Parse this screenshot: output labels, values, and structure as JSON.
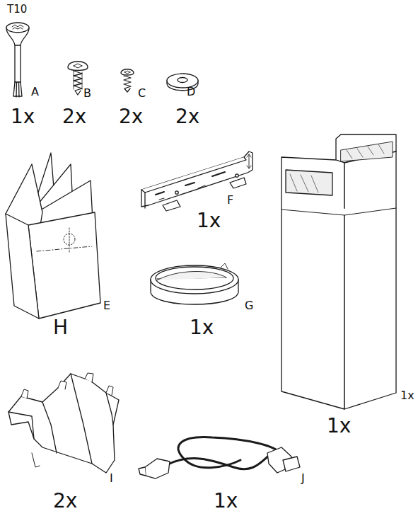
{
  "diagram": {
    "labels": [
      "T10",
      "A",
      "B",
      "C",
      "D",
      "1x",
      "2x",
      "2x",
      "2x",
      "F",
      "1x",
      "E",
      "G",
      "H",
      "1x",
      "1x",
      "1x",
      "I",
      "J",
      "2x",
      "1x"
    ]
  }
}
